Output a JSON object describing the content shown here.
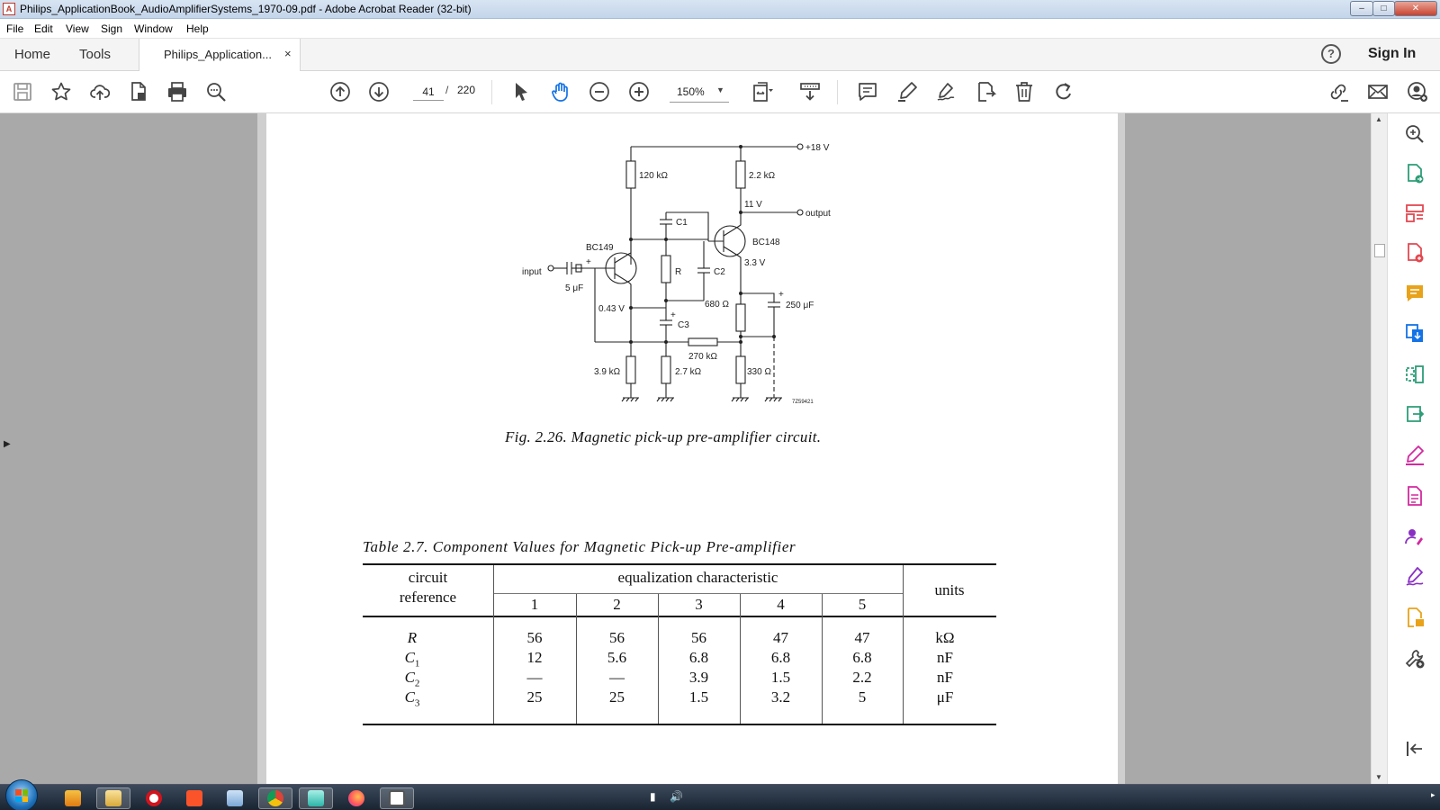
{
  "window": {
    "title": "Philips_ApplicationBook_AudioAmplifierSystems_1970-09.pdf - Adobe Acrobat Reader (32-bit)",
    "minimize_label": "–",
    "maximize_label": "□",
    "close_label": "✕"
  },
  "menu": {
    "file": "File",
    "edit": "Edit",
    "view": "View",
    "sign": "Sign",
    "window": "Window",
    "help": "Help"
  },
  "tabs": {
    "home": "Home",
    "tools": "Tools",
    "document": "Philips_Application...",
    "document_close": "×",
    "help_glyph": "?",
    "sign_in": "Sign In"
  },
  "toolbar": {
    "current_page": "41",
    "page_separator": "/",
    "total_pages": "220",
    "zoom": "150%"
  },
  "page": {
    "figure_caption": "Fig. 2.26. Magnetic pick-up pre-amplifier circuit.",
    "table_title": "Table 2.7. Component Values for Magnetic Pick-up Pre-amplifier"
  },
  "circuit": {
    "supply": "+18 V",
    "r_top_left": "120 kΩ",
    "r_top_right": "2.2 kΩ",
    "collector_voltage": "11 V",
    "output": "output",
    "c1": "C1",
    "q2": "BC148",
    "q1": "BC149",
    "input": "input",
    "input_cap": "5 μF",
    "r": "R",
    "c2": "C2",
    "emitter_voltage": "3.3 V",
    "base_voltage": "0.43 V",
    "r_680": "680 Ω",
    "c_250": "250 μF",
    "c3": "C3",
    "r_270k": "270 kΩ",
    "r_3k9": "3.9 kΩ",
    "r_2k7": "2.7 kΩ",
    "r_330": "330 Ω",
    "plus": "+",
    "drawing_code": "7Z59421"
  },
  "table": {
    "header_ref": [
      "circuit",
      "reference"
    ],
    "header_eq": "equalization characteristic",
    "header_units": "units",
    "columns": [
      "1",
      "2",
      "3",
      "4",
      "5"
    ],
    "rows": [
      {
        "ref": "R",
        "sub": "",
        "values": [
          "56",
          "56",
          "56",
          "47",
          "47"
        ],
        "unit": "kΩ"
      },
      {
        "ref": "C",
        "sub": "1",
        "values": [
          "12",
          "5.6",
          "6.8",
          "6.8",
          "6.8"
        ],
        "unit": "nF"
      },
      {
        "ref": "C",
        "sub": "2",
        "values": [
          "—",
          "—",
          "3.9",
          "1.5",
          "2.2"
        ],
        "unit": "nF"
      },
      {
        "ref": "C",
        "sub": "3",
        "values": [
          "25",
          "25",
          "1.5",
          "3.2",
          "5"
        ],
        "unit": "μF"
      }
    ]
  },
  "icons": {
    "toolbar": [
      "save-icon",
      "bookmark-star-icon",
      "upload-cloud-icon",
      "create-pdf-icon",
      "print-icon",
      "find-icon",
      "prev-page-icon",
      "next-page-icon",
      "select-cursor-icon",
      "hand-icon",
      "zoom-out-icon",
      "zoom-in-icon",
      "fit-page-icon",
      "scroll-mode-icon",
      "comment-icon",
      "highlight-icon",
      "sign-icon",
      "edit-form-icon",
      "delete-icon",
      "rotate-icon",
      "share-link-icon",
      "email-icon",
      "account-icon"
    ],
    "right_panel": [
      "search-zoom-icon",
      "export-pdf-icon",
      "organize-pages-icon",
      "create-pdf-icon",
      "comment-icon",
      "combine-files-icon",
      "compress-icon",
      "send-for-review-icon",
      "fill-sign-icon",
      "edit-pdf-icon",
      "request-signature-icon",
      "certificate-icon",
      "stamp-icon",
      "more-tools-icon",
      "collapse-panel-icon"
    ]
  },
  "colors": {
    "accent_blue": "#1473e6",
    "panel_red": "#e34850",
    "panel_pink": "#d2299f",
    "panel_green": "#2d9d78",
    "panel_yellow": "#e8a31b",
    "panel_purple": "#8a2fc4"
  }
}
